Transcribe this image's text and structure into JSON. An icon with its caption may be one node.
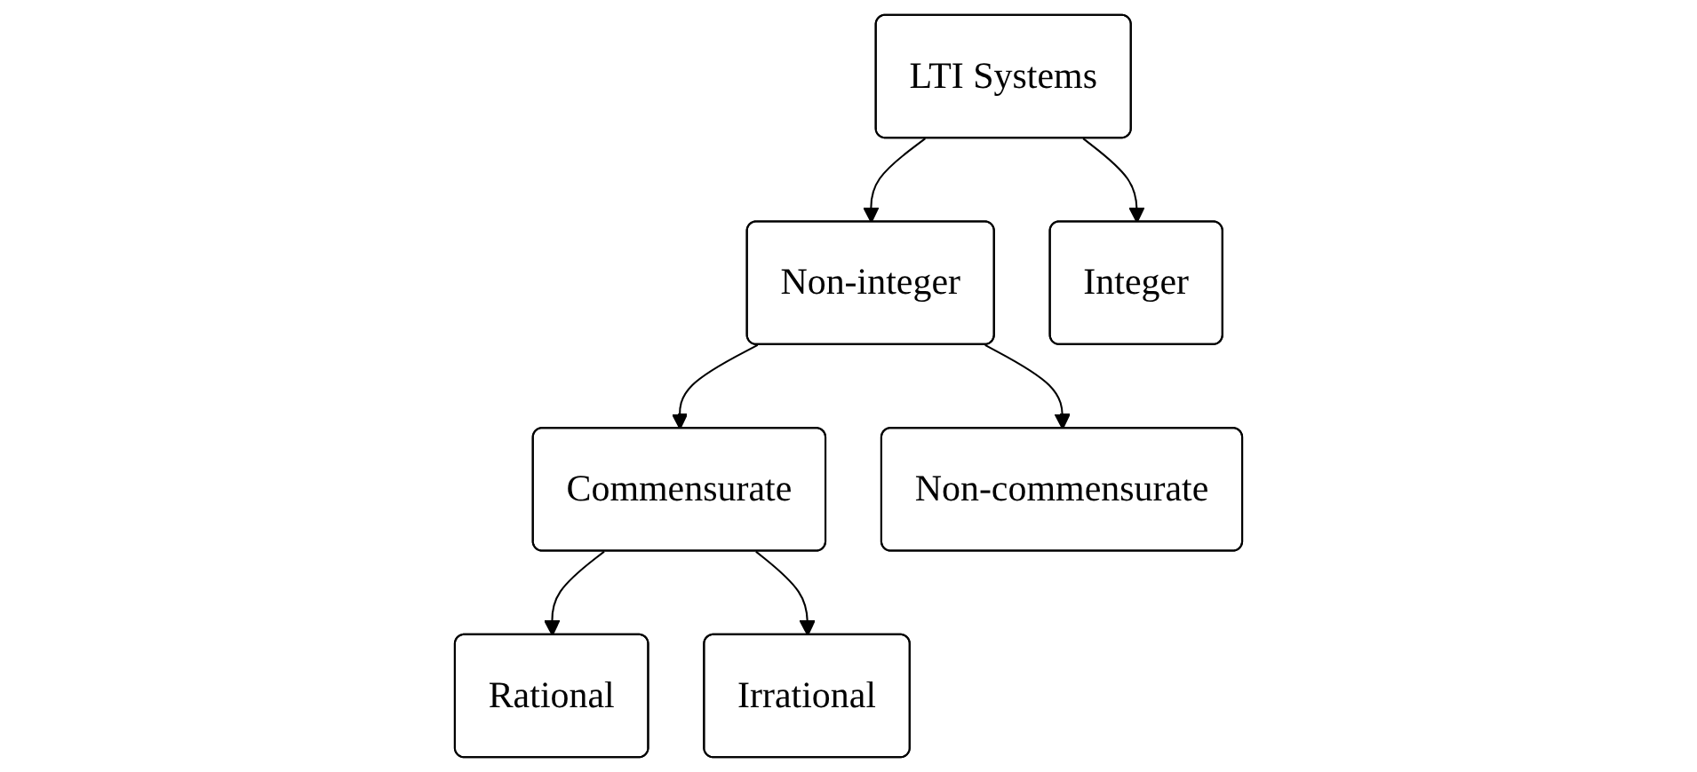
{
  "diagram": {
    "nodes": [
      {
        "text": [
          "LTI Systems"
        ]
      },
      {
        "text": [
          "Non-integer"
        ]
      },
      {
        "text": [
          "Integer"
        ]
      },
      {
        "text": [
          "Commensurate"
        ]
      },
      {
        "text": [
          "Non-commensurate"
        ]
      },
      {
        "text": [
          "Rational"
        ]
      },
      {
        "text": [
          "Irrational"
        ]
      }
    ],
    "edges": [
      {
        "from": 0,
        "to": 1,
        "arrow": "to"
      },
      {
        "from": 0,
        "to": 2,
        "arrow": "to"
      },
      {
        "from": 1,
        "to": 3,
        "arrow": "to"
      },
      {
        "from": 1,
        "to": 4,
        "arrow": "to"
      },
      {
        "from": 3,
        "to": 5,
        "arrow": "to"
      },
      {
        "from": 3,
        "to": 6,
        "arrow": "to"
      }
    ]
  }
}
